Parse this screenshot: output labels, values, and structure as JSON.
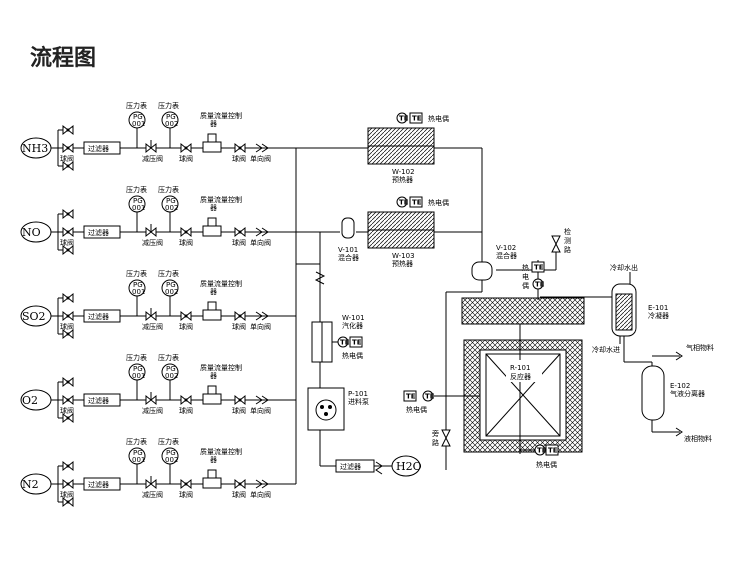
{
  "title": "流程图",
  "gases": [
    "NH3",
    "NO",
    "SO2",
    "O2",
    "N2"
  ],
  "labels": {
    "ball_valve": "球阀",
    "filter": "过滤器",
    "pressure_gauge": "压力表",
    "pg1": "PG",
    "pg1_num": "001",
    "pg2": "PG",
    "pg2_num": "002",
    "reducer": "减压阀",
    "mfc": "质量流量控制",
    "mfc2": "器",
    "check_valve": "单向阀",
    "te": "TE",
    "thermocouple": "热电偶",
    "w102_code": "W-102",
    "w102_name": "预热器",
    "w103_code": "W-103",
    "w103_name": "预热器",
    "v101_code": "V-101",
    "v101_name": "混合器",
    "v102_code": "V-102",
    "v102_name": "混合器",
    "w101_code": "W-101",
    "w101_name": "汽化器",
    "p101_code": "P-101",
    "p101_name": "进料泵",
    "h2o": "H2O",
    "r101_code": "R-101",
    "r101_name": "反应器",
    "e101_code": "E-101",
    "e101_name": "冷凝器",
    "e102_code": "E-102",
    "e102_name": "气液分离器",
    "cooling_out": "冷却水出",
    "cooling_in": "冷却水进",
    "gas_product": "气相物料",
    "liquid_product": "液相物料",
    "detect_line": "检测路",
    "bypass": "旁路"
  }
}
